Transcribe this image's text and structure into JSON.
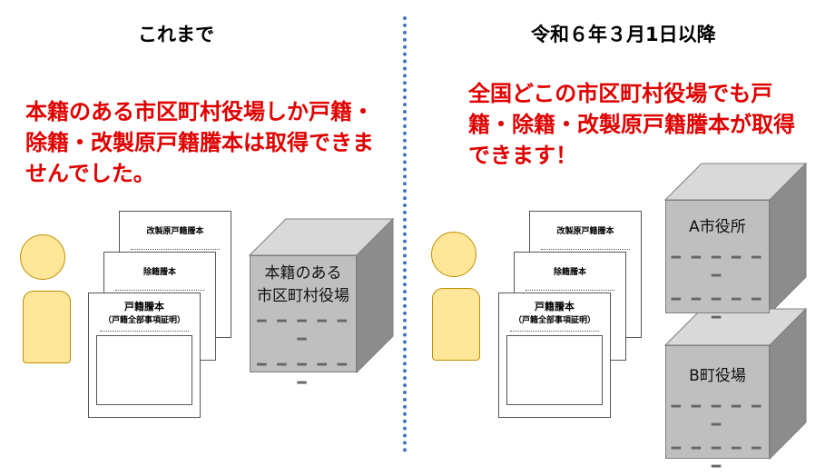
{
  "left": {
    "heading": "これまで",
    "message": "本籍のある市区町村役場しか戸籍・除籍・改製原戸籍謄本は取得できませんでした。",
    "office_line1": "本籍のある",
    "office_line2": "市区町村役場"
  },
  "right": {
    "heading": "令和６年３月1日以降",
    "message": "全国どこの市区町村役場でも戸籍・除籍・改製原戸籍謄本が取得できます！",
    "office_a": "A市役所",
    "office_b": "B町役場"
  },
  "documents": {
    "kaisei": "改製原戸籍謄本",
    "joseki": "除籍謄本",
    "koseki": "戸籍謄本",
    "koseki_sub": "（戸籍全部事項証明）"
  },
  "dash": "━ ━ ━ ━ ━ ━",
  "colors": {
    "message": "#e00000",
    "divider": "#4472c4",
    "person": "#ffe699",
    "building": "#bfbfbf"
  }
}
